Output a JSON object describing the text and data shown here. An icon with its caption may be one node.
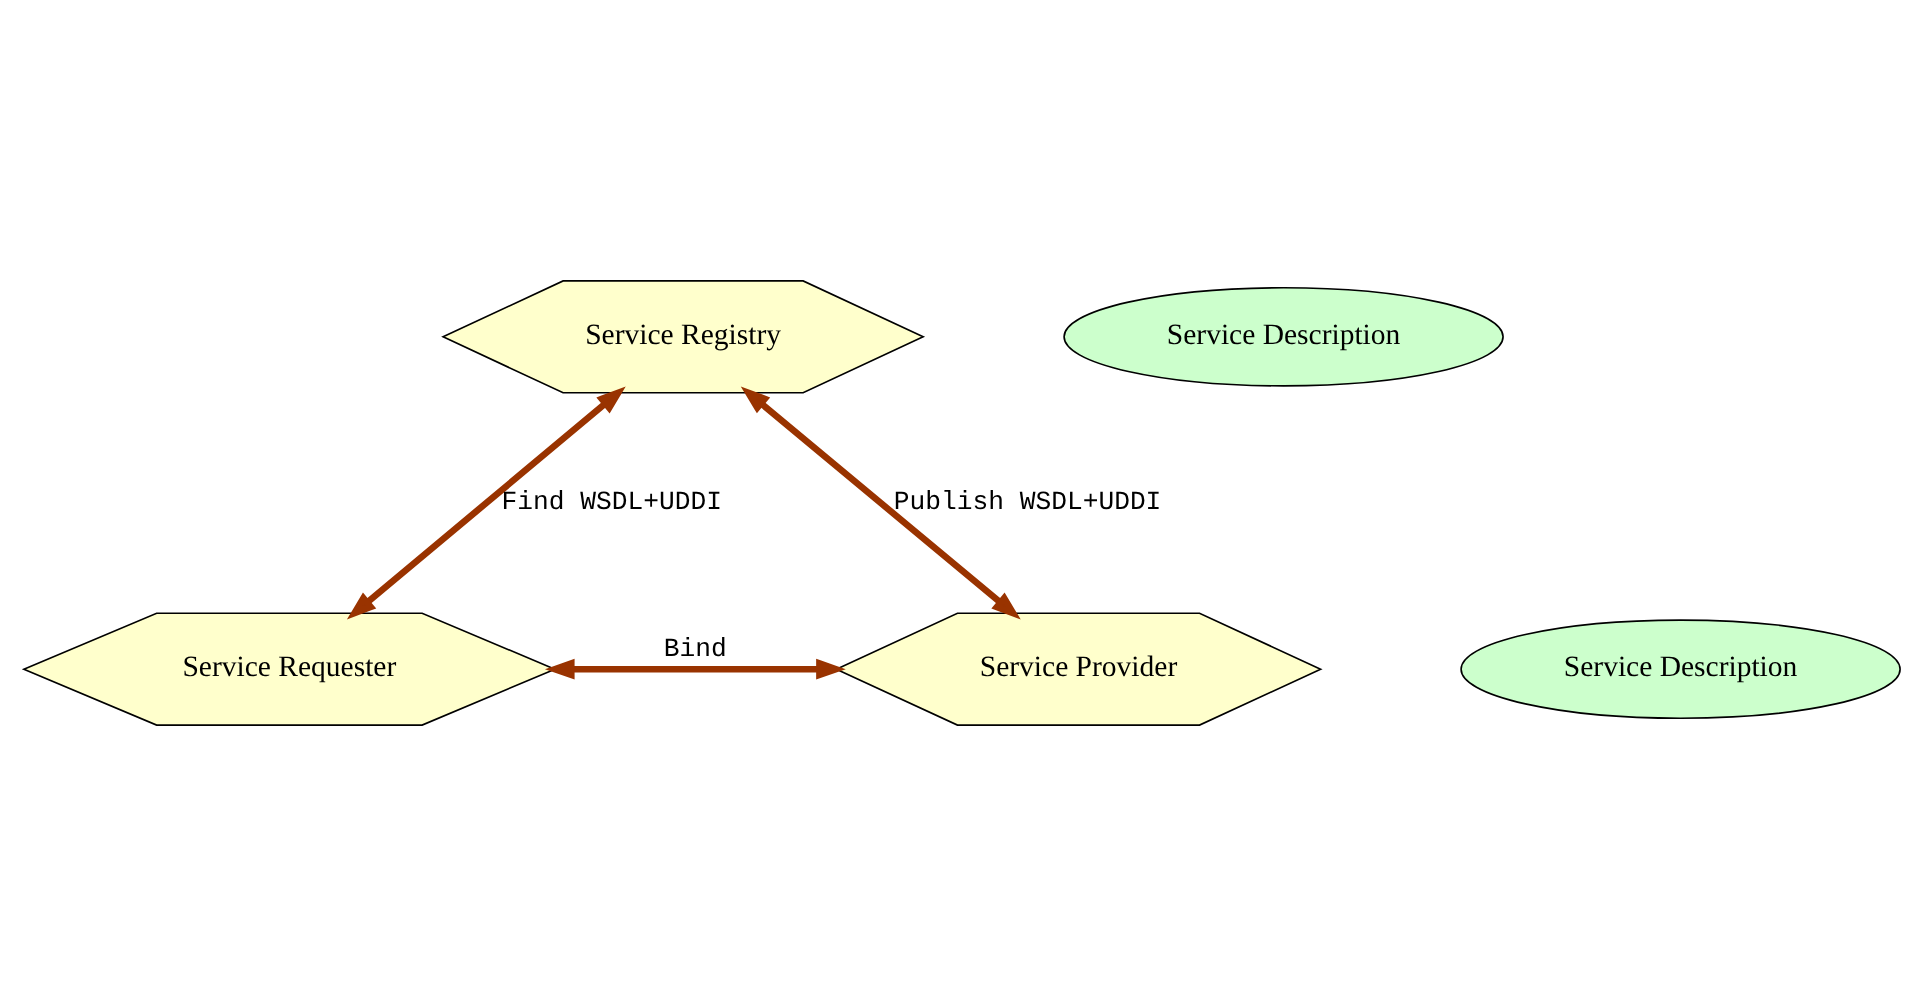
{
  "diagram": {
    "nodes": [
      {
        "text": [
          "Service Registry"
        ]
      },
      {
        "text": [
          "Service Description"
        ]
      },
      {
        "text": [
          "Service Requester"
        ]
      },
      {
        "text": [
          "Service Provider"
        ]
      },
      {
        "text": [
          "Service Description"
        ]
      }
    ],
    "edges": [
      {
        "from": 0,
        "to": 2,
        "arrow": "both",
        "label": "Find WSDL+UDDI"
      },
      {
        "from": 0,
        "to": 3,
        "arrow": "both",
        "label": "Publish WSDL+UDDI"
      },
      {
        "from": 2,
        "to": 3,
        "arrow": "both",
        "label": "Bind"
      }
    ]
  }
}
